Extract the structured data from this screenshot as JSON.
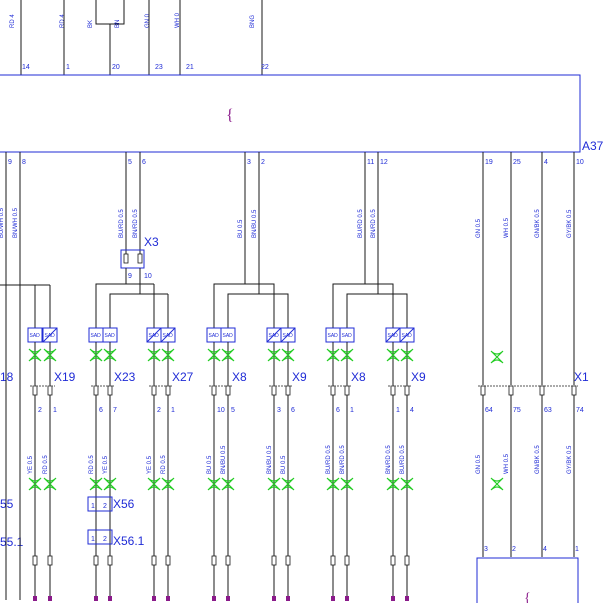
{
  "top_labels": [
    "RD 4",
    "RD 4",
    "BK",
    "BN",
    "GN 0",
    "WH 0",
    "BNG"
  ],
  "module_a37": {
    "label": "A37",
    "brace": "{",
    "top_pins": [
      "14",
      "1",
      "20",
      "23",
      "21",
      "22"
    ],
    "bottom_pins": [
      "9",
      "8",
      "5",
      "6",
      "3",
      "2",
      "11",
      "12",
      "19",
      "25",
      "4",
      "10"
    ]
  },
  "upper_wires": [
    "BU/WH 0.5",
    "BN/WH 0.5",
    "BU/RD 0.5",
    "BN/RD 0.5",
    "BU 0.5",
    "BN/BU 0.5",
    "BU/RD 0.5",
    "BN/RD 0.5",
    "GN 0.5",
    "WH 0.5",
    "GN/BK 0.5",
    "GY/BK 0.5"
  ],
  "x3": {
    "label": "X3",
    "pins": [
      "9",
      "10"
    ]
  },
  "sad_label": "SAD",
  "connectors": [
    {
      "label": "X19",
      "pins": [
        "2",
        "1"
      ]
    },
    {
      "label": "X23",
      "pins": [
        "6",
        "7"
      ]
    },
    {
      "label": "X27",
      "pins": [
        "2",
        "1"
      ]
    },
    {
      "label": "X8",
      "pins": [
        "10",
        "5"
      ]
    },
    {
      "label": "X9",
      "pins": [
        "3",
        "6"
      ]
    },
    {
      "label": "X8",
      "pins": [
        "6",
        "1"
      ]
    },
    {
      "label": "X9",
      "pins": [
        "1",
        "4"
      ]
    },
    {
      "label": "X1",
      "pins": [
        "64",
        "75",
        "63",
        "74"
      ]
    }
  ],
  "left_labels": [
    "18",
    "55",
    "55.1"
  ],
  "lower_wires": [
    "YE 0.5",
    "RD 0.5",
    "RD 0.5",
    "YE 0.5",
    "YE 0.5",
    "RD 0.5",
    "BU 0.5",
    "BN/BU 0.5",
    "BN/BU 0.5",
    "BU 0.5",
    "BU/RD 0.5",
    "BN/RD 0.5",
    "BN/RD 0.5",
    "BU/RD 0.5",
    "GN 0.5",
    "WH 0.5",
    "GN/BK 0.5",
    "GY/BK 0.5"
  ],
  "x56": {
    "label": "X56",
    "pins": [
      "1",
      "2"
    ]
  },
  "x56_1": {
    "label": "X56.1",
    "pins": [
      "1",
      "2"
    ]
  },
  "bottom_box": {
    "pins": [
      "3",
      "2",
      "4",
      "1"
    ],
    "brace": "{"
  }
}
